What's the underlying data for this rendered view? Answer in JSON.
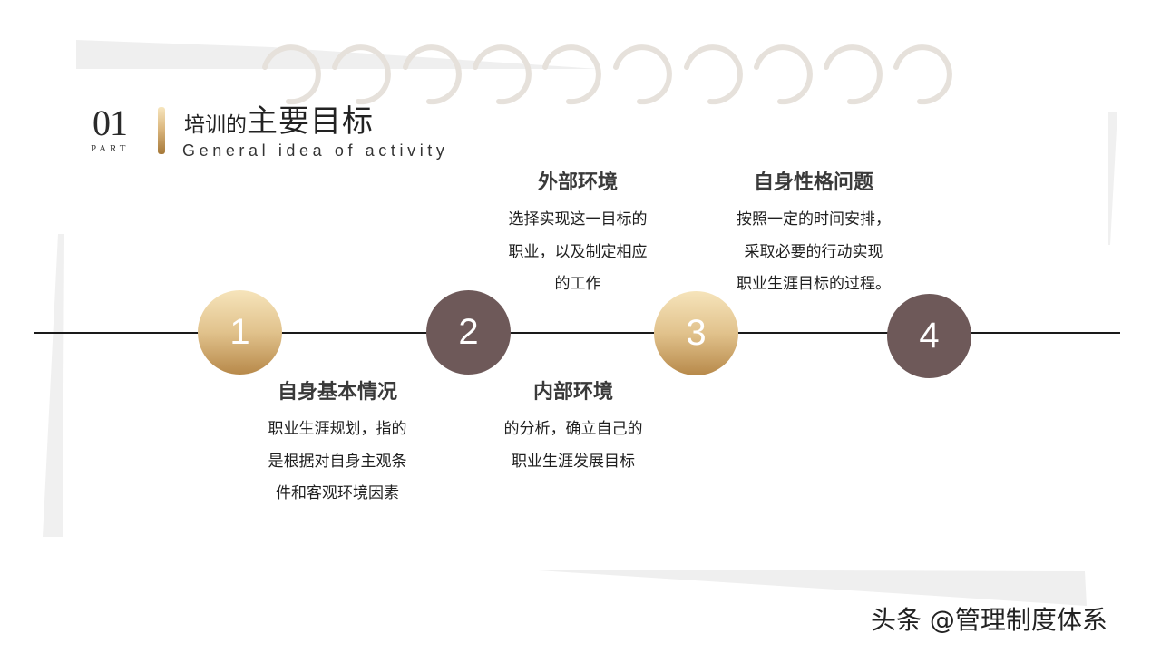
{
  "header": {
    "part_number": "01",
    "part_label": "PART",
    "title_prefix": "培训的",
    "title_main": "主要目标",
    "subtitle": "General idea of activity"
  },
  "colors": {
    "gold_top": "#f6e4bb",
    "gold_bottom": "#b7894a",
    "brown": "#6e5959",
    "ring": "#e6e1db",
    "frame_gray": "#efefef"
  },
  "steps": [
    {
      "number": "1",
      "style": "gold",
      "heading": "自身基本情况",
      "lines": [
        "职业生涯规划，指的",
        "是根据对自身主观条",
        "件和客观环境因素"
      ]
    },
    {
      "number": "2",
      "style": "brown",
      "heading": "外部环境",
      "lines": [
        "选择实现这一目标的",
        "职业，以及制定相应",
        "的工作"
      ]
    },
    {
      "number": "3",
      "style": "gold",
      "heading": "内部环境",
      "lines": [
        "的分析，确立自己的",
        "职业生涯发展目标"
      ]
    },
    {
      "number": "4",
      "style": "brown",
      "heading": "自身性格问题",
      "lines": [
        "按照一定的时间安排，",
        "采取必要的行动实现",
        "职业生涯目标的过程。"
      ]
    }
  ],
  "watermark": "头条 @管理制度体系"
}
